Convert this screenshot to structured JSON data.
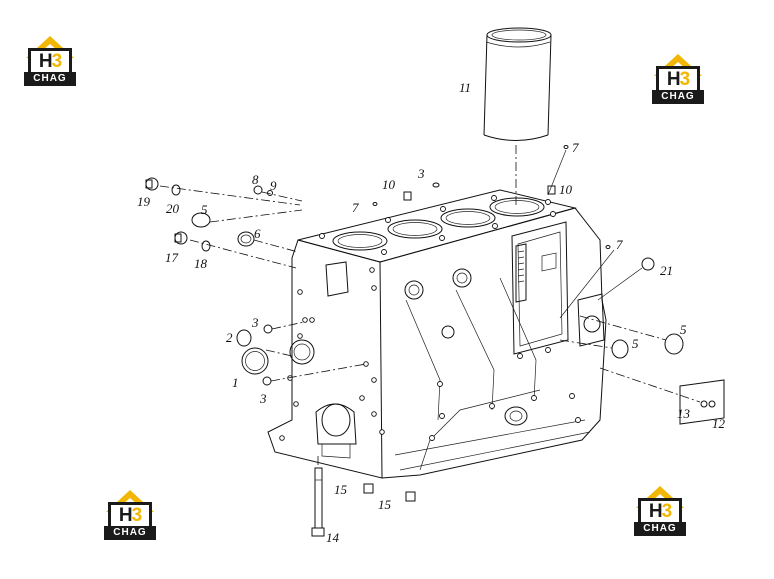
{
  "brand": {
    "logo_text_top": "H3",
    "logo_text_bottom": "CHAG",
    "colors": {
      "accent": "#f2b705",
      "dark": "#1a1a1a"
    }
  },
  "callouts": {
    "c1": "1",
    "c2": "2",
    "c3a": "3",
    "c3b": "3",
    "c3c": "3",
    "c5a": "5",
    "c5b": "5",
    "c5c": "5",
    "c6": "6",
    "c7a": "7",
    "c7b": "7",
    "c7c": "7",
    "c8": "8",
    "c9": "9",
    "c10a": "10",
    "c10b": "10",
    "c11": "11",
    "c12": "12",
    "c13": "13",
    "c14": "14",
    "c15a": "15",
    "c15b": "15",
    "c17": "17",
    "c18": "18",
    "c19": "19",
    "c20": "20",
    "c21": "21"
  }
}
